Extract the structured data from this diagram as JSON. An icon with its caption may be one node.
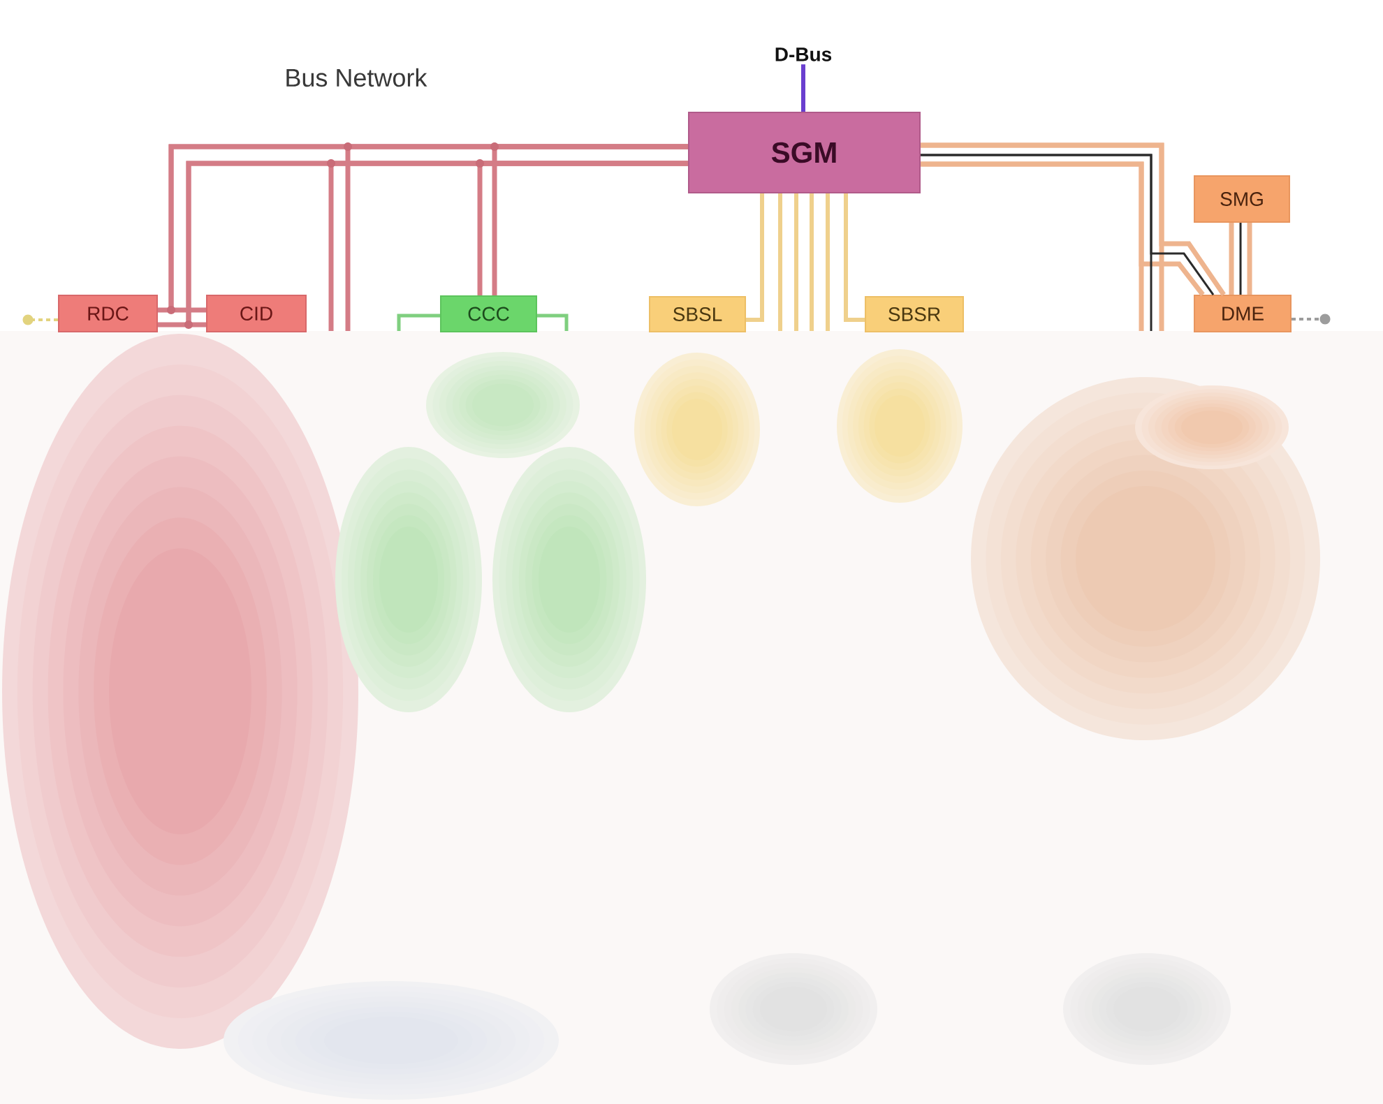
{
  "diagram": {
    "title": "Bus Network",
    "nodes": [
      {
        "text": [
          "D-Bus"
        ]
      },
      {
        "text": [
          "SGM"
        ]
      },
      {
        "text": [
          "SMG"
        ]
      },
      {
        "text": [
          "RDC"
        ]
      },
      {
        "text": [
          "CID"
        ]
      },
      {
        "text": [
          "CCC"
        ]
      },
      {
        "text": [
          "SBSL"
        ]
      },
      {
        "text": [
          "SBSR"
        ]
      },
      {
        "text": [
          "DME"
        ]
      }
    ],
    "edges": [
      {
        "from": 1,
        "to": 0,
        "arrow": "none",
        "color": "#6a3fcf"
      },
      {
        "from": 1,
        "to": 3,
        "arrow": "none",
        "color": "#d47c86"
      },
      {
        "from": 1,
        "to": 4,
        "arrow": "none",
        "color": "#d47c86"
      },
      {
        "from": 1,
        "to": 5,
        "arrow": "none",
        "color": "#d47c86"
      },
      {
        "from": 1,
        "to": null,
        "arrow": "none",
        "color": "#d47c86"
      },
      {
        "from": 5,
        "to": null,
        "arrow": "none",
        "color": "#7fcf7f"
      },
      {
        "from": 5,
        "to": null,
        "arrow": "none",
        "color": "#7fcf7f"
      },
      {
        "from": 1,
        "to": 6,
        "arrow": "none",
        "color": "#efd08c"
      },
      {
        "from": 1,
        "to": 7,
        "arrow": "none",
        "color": "#efd08c"
      },
      {
        "from": 1,
        "to": null,
        "arrow": "none",
        "color": "#efd08c"
      },
      {
        "from": 1,
        "to": null,
        "arrow": "none",
        "color": "#efd08c"
      },
      {
        "from": 1,
        "to": null,
        "arrow": "none",
        "color": "#efd08c"
      },
      {
        "from": 1,
        "to": null,
        "arrow": "none",
        "color": "#efd08c"
      },
      {
        "from": 1,
        "to": 8,
        "arrow": "none",
        "color": "#eeb48e"
      },
      {
        "from": 1,
        "to": 8,
        "arrow": "none",
        "color": "#2b2b2b"
      },
      {
        "from": 1,
        "to": null,
        "arrow": "none",
        "color": "#eeb48e"
      },
      {
        "from": 1,
        "to": null,
        "arrow": "none",
        "color": "#2b2b2b"
      },
      {
        "from": 2,
        "to": 8,
        "arrow": "none",
        "color": "#eeb48e"
      },
      {
        "from": 2,
        "to": 8,
        "arrow": "none",
        "color": "#2b2b2b"
      },
      {
        "from": 3,
        "to": null,
        "arrow": "other",
        "style": "dashed",
        "color": "#e2d37e"
      },
      {
        "from": 8,
        "to": null,
        "arrow": "other",
        "style": "dashed",
        "color": "#9c9c9c"
      }
    ]
  }
}
